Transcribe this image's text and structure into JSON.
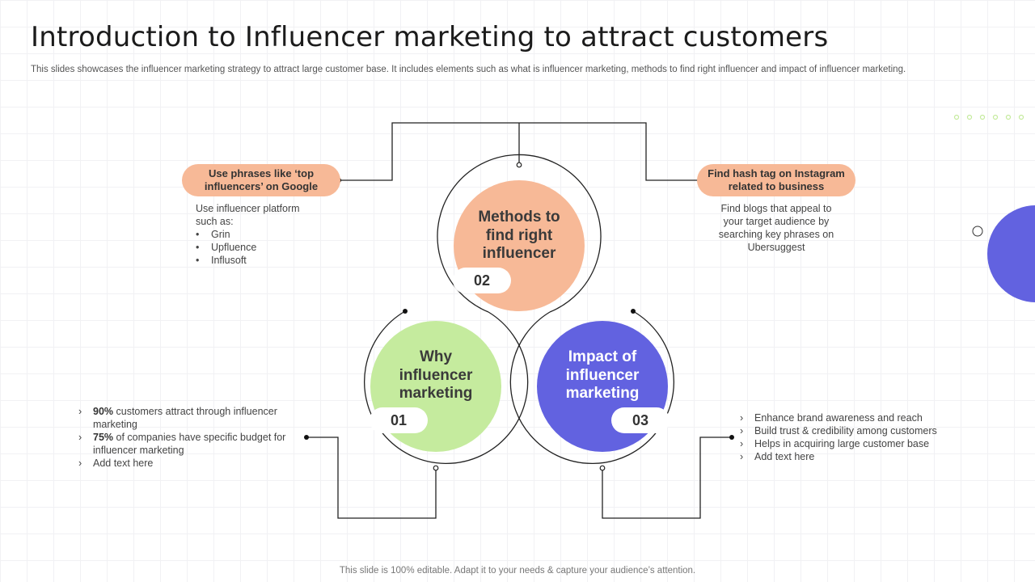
{
  "title": "Introduction to Influencer marketing to attract customers",
  "subtitle": "This slides showcases the influencer marketing strategy to attract large customer base. It includes elements such as what is influencer marketing, methods to find right influencer and impact of influencer marketing.",
  "footer": "This slide is 100% editable. Adapt it to your needs & capture your audience’s attention.",
  "colors": {
    "peach": "#f7b997",
    "green": "#c5eb9e",
    "indigo": "#6262e0",
    "line": "#222222"
  },
  "circles": {
    "methods": {
      "label": "Methods to find right influencer",
      "number": "02"
    },
    "why": {
      "label": "Why influencer marketing",
      "number": "01"
    },
    "impact": {
      "label": "Impact of influencer marketing",
      "number": "03"
    }
  },
  "pills": {
    "google": "Use phrases like ‘top influencers’ on Google",
    "instagram": "Find hash tag on Instagram related to business"
  },
  "left_top": {
    "intro": "Use influencer platform such as:",
    "items": [
      "Grin",
      "Upfluence",
      "Influsoft"
    ]
  },
  "right_top": {
    "text": "Find blogs that appeal to your target audience by searching key phrases on Ubersuggest"
  },
  "left_bottom": {
    "items": [
      {
        "bold": "90%",
        "text": " customers attract through influencer marketing"
      },
      {
        "bold": "75%",
        "text": " of companies have specific budget for influencer marketing"
      },
      {
        "bold": "",
        "text": "Add text here"
      }
    ]
  },
  "right_bottom": {
    "items": [
      "Enhance brand awareness and reach",
      "Build trust & credibility among customers",
      "Helps in acquiring large customer base",
      "Add text here"
    ]
  }
}
